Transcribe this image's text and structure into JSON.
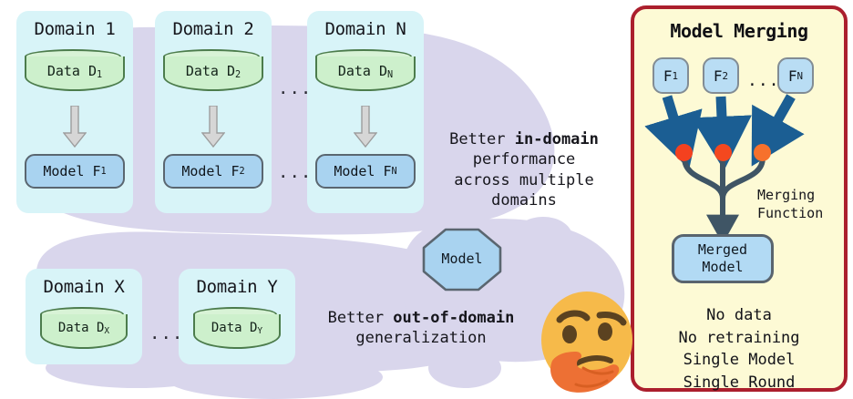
{
  "figure": {
    "title": "Model merging overview diagram"
  },
  "left": {
    "domains_in": [
      {
        "title": "Domain 1",
        "data_label_prefix": "Data D",
        "data_label_sub": "1",
        "model_label_prefix": "Model F",
        "model_label_sub": "1"
      },
      {
        "title": "Domain 2",
        "data_label_prefix": "Data D",
        "data_label_sub": "2",
        "model_label_prefix": "Model F",
        "model_label_sub": "2"
      },
      {
        "title": "Domain N",
        "data_label_prefix": "Data D",
        "data_label_sub": "N",
        "model_label_prefix": "Model F",
        "model_label_sub": "N"
      }
    ],
    "ellipsis_data_row": "...",
    "ellipsis_model_row": "...",
    "domains_out": [
      {
        "title": "Domain X",
        "data_label_prefix": "Data D",
        "data_label_sub": "X"
      },
      {
        "title": "Domain Y",
        "data_label_prefix": "Data D",
        "data_label_sub": "Y"
      }
    ],
    "ellipsis_out_row": "..."
  },
  "center": {
    "in_domain_text": {
      "line1_plain": "Better ",
      "line1_bold": "in-domain",
      "line2": "performance",
      "line3": "across multiple",
      "line4": "domains"
    },
    "out_domain_text": {
      "line1_plain": "Better ",
      "line1_bold": "out-of-domain",
      "line2": "generalization"
    },
    "octagon_label": "Model",
    "emoji_name": "thinking-face-emoji"
  },
  "right": {
    "title": "Model Merging",
    "models": [
      {
        "prefix": "F",
        "sub": "1"
      },
      {
        "prefix": "F",
        "sub": "2"
      },
      {
        "prefix": "F",
        "sub": "N"
      }
    ],
    "models_ellipsis": "...",
    "merging_function_line1": "Merging",
    "merging_function_line2": "Function",
    "merged_model_line1": "Merged",
    "merged_model_line2": "Model",
    "bullets": [
      "No data",
      "No retraining",
      "Single Model",
      "Single Round"
    ]
  },
  "colors": {
    "card_bg": "#d8f4f8",
    "cloud": "#d9d6ec",
    "cylinder_fill": "#cdf0cc",
    "cylinder_stroke": "#4c7c4c",
    "model_fill": "#a9d3f0",
    "model_stroke": "#5a6670",
    "panel_bg": "#fdfad5",
    "panel_border": "#ab1f2d",
    "arrow_blue": "#1b5e93",
    "merge_dot": "#f4502a",
    "gray_arrow": "#d3d3d3"
  }
}
